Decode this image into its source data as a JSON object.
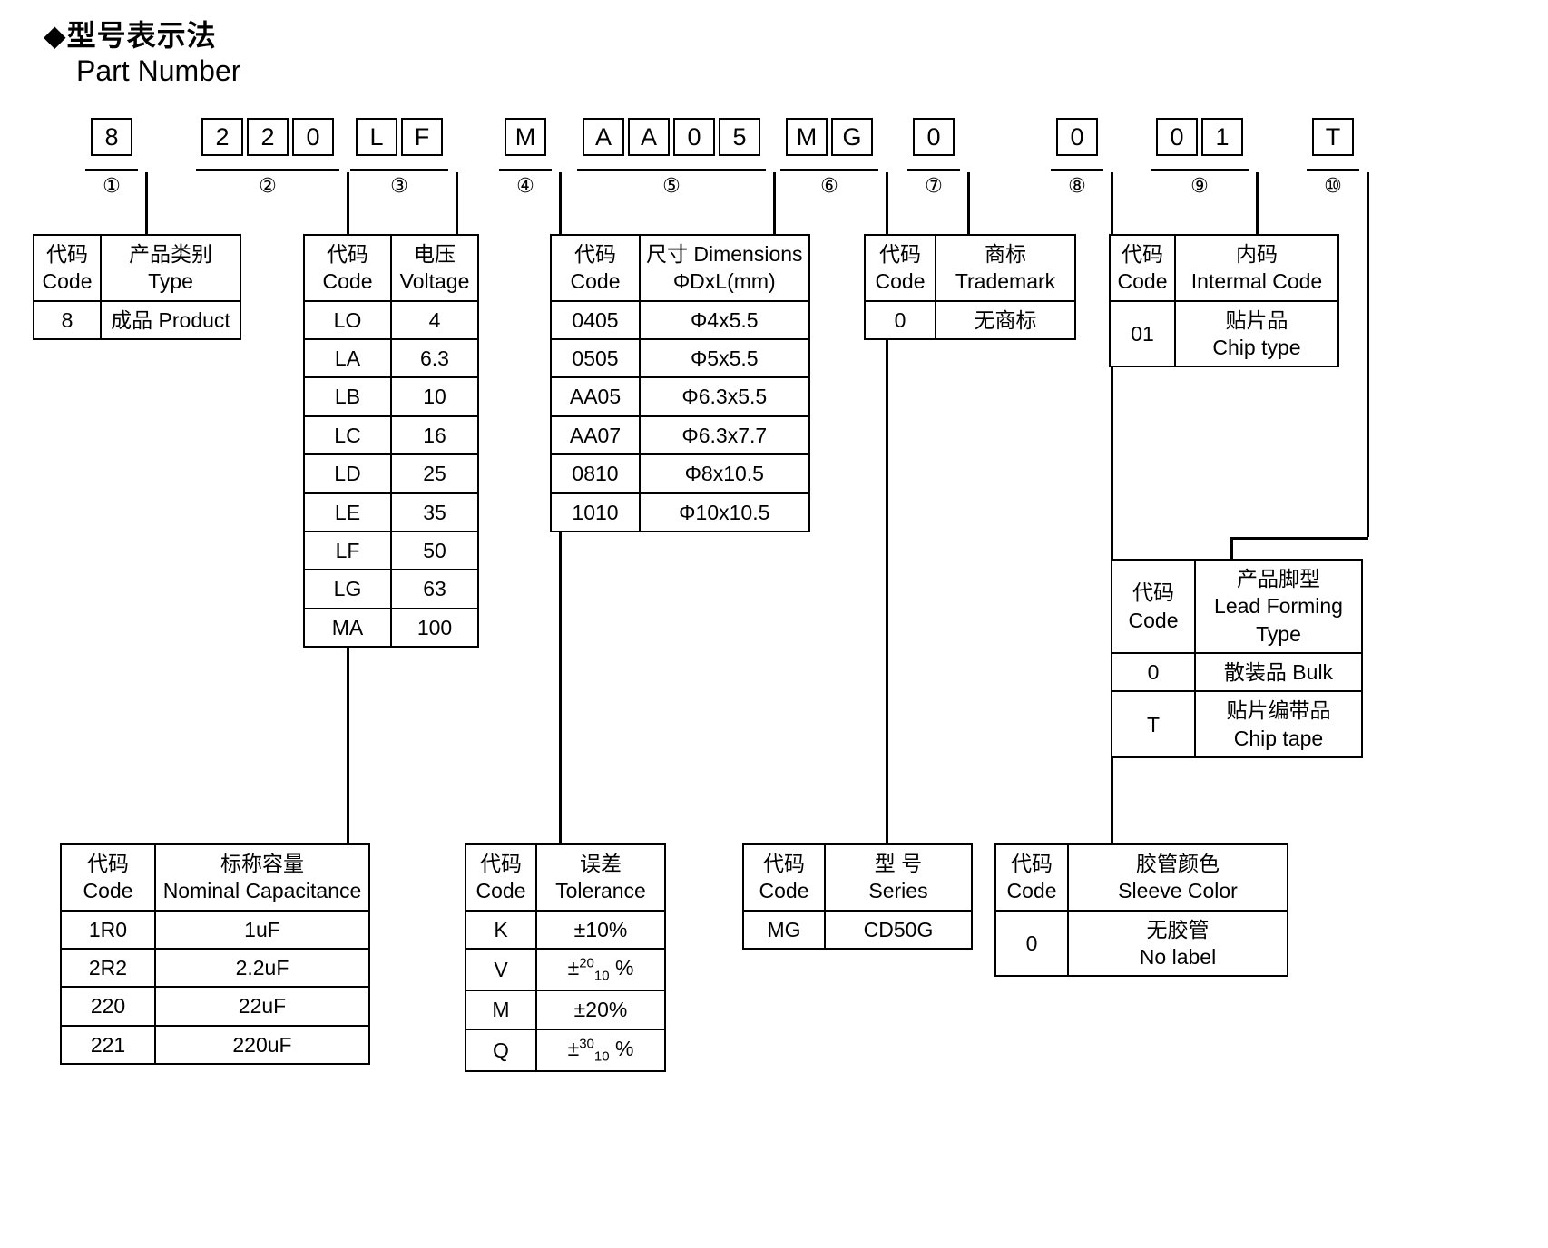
{
  "header": {
    "bullet": "◆",
    "title_cn": "型号表示法",
    "title_en": "Part Number"
  },
  "part_number": {
    "groups": [
      {
        "index": "①",
        "chars": [
          "8"
        ]
      },
      {
        "index": "②",
        "chars": [
          "2",
          "2",
          "0"
        ]
      },
      {
        "index": "③",
        "chars": [
          "L",
          "F"
        ]
      },
      {
        "index": "④",
        "chars": [
          "M"
        ]
      },
      {
        "index": "⑤",
        "chars": [
          "A",
          "A",
          "0",
          "5"
        ]
      },
      {
        "index": "⑥",
        "chars": [
          "M",
          "G"
        ]
      },
      {
        "index": "⑦",
        "chars": [
          "0"
        ]
      },
      {
        "index": "⑧",
        "chars": [
          "0"
        ]
      },
      {
        "index": "⑨",
        "chars": [
          "0",
          "1"
        ]
      },
      {
        "index": "⑩",
        "chars": [
          "T"
        ]
      }
    ]
  },
  "tables": {
    "type": {
      "head_code_cn": "代码",
      "head_code_en": "Code",
      "head_val_cn": "产品类别",
      "head_val_en": "Type",
      "rows": [
        {
          "code": "8",
          "value": "成品 Product"
        }
      ]
    },
    "voltage": {
      "head_code_cn": "代码",
      "head_code_en": "Code",
      "head_val_cn": "电压",
      "head_val_en": "Voltage",
      "rows": [
        {
          "code": "LO",
          "value": "4"
        },
        {
          "code": "LA",
          "value": "6.3"
        },
        {
          "code": "LB",
          "value": "10"
        },
        {
          "code": "LC",
          "value": "16"
        },
        {
          "code": "LD",
          "value": "25"
        },
        {
          "code": "LE",
          "value": "35"
        },
        {
          "code": "LF",
          "value": "50"
        },
        {
          "code": "LG",
          "value": "63"
        },
        {
          "code": "MA",
          "value": "100"
        }
      ]
    },
    "dimensions": {
      "head_code_cn": "代码",
      "head_code_en": "Code",
      "head_val_cn": "尺寸 Dimensions",
      "head_val_en": "ΦDxL(mm)",
      "rows": [
        {
          "code": "0405",
          "value": "Φ4x5.5"
        },
        {
          "code": "0505",
          "value": "Φ5x5.5"
        },
        {
          "code": "AA05",
          "value": "Φ6.3x5.5"
        },
        {
          "code": "AA07",
          "value": "Φ6.3x7.7"
        },
        {
          "code": "0810",
          "value": "Φ8x10.5"
        },
        {
          "code": "1010",
          "value": "Φ10x10.5"
        }
      ]
    },
    "trademark": {
      "head_code_cn": "代码",
      "head_code_en": "Code",
      "head_val_cn": "商标",
      "head_val_en": "Trademark",
      "rows": [
        {
          "code": "0",
          "value": "无商标"
        }
      ]
    },
    "internal_code": {
      "head_code_cn": "代码",
      "head_code_en": "Code",
      "head_val_cn": "内码",
      "head_val_en": "Intermal Code",
      "rows": [
        {
          "code": "01",
          "value_cn": "贴片品",
          "value_en": "Chip type"
        }
      ]
    },
    "lead_forming": {
      "head_code_cn": "代码",
      "head_code_en": "Code",
      "head_val_cn": "产品脚型",
      "head_val_en": "Lead Forming",
      "head_val_en2": "Type",
      "rows": [
        {
          "code": "0",
          "value_cn": "散装品 Bulk",
          "value_en": ""
        },
        {
          "code": "T",
          "value_cn": "贴片编带品",
          "value_en": "Chip tape"
        }
      ]
    },
    "capacitance": {
      "head_code_cn": "代码",
      "head_code_en": "Code",
      "head_val_cn": "标称容量",
      "head_val_en": "Nominal Capacitance",
      "rows": [
        {
          "code": "1R0",
          "value": "1uF"
        },
        {
          "code": "2R2",
          "value": "2.2uF"
        },
        {
          "code": "220",
          "value": "22uF"
        },
        {
          "code": "221",
          "value": "220uF"
        }
      ]
    },
    "tolerance": {
      "head_code_cn": "代码",
      "head_code_en": "Code",
      "head_val_cn": "误差",
      "head_val_en": "Tolerance",
      "rows": [
        {
          "code": "K",
          "value": "±10%",
          "sup": "",
          "sub": "",
          "suffix": ""
        },
        {
          "code": "V",
          "value": "±",
          "sup": "20",
          "sub": "10",
          "suffix": "%"
        },
        {
          "code": "M",
          "value": "±20%",
          "sup": "",
          "sub": "",
          "suffix": ""
        },
        {
          "code": "Q",
          "value": "±",
          "sup": "30",
          "sub": "10",
          "suffix": "%"
        }
      ]
    },
    "series": {
      "head_code_cn": "代码",
      "head_code_en": "Code",
      "head_val_cn": "型 号",
      "head_val_en": "Series",
      "rows": [
        {
          "code": "MG",
          "value": "CD50G"
        }
      ]
    },
    "sleeve_color": {
      "head_code_cn": "代码",
      "head_code_en": "Code",
      "head_val_cn": "胶管颜色",
      "head_val_en": "Sleeve Color",
      "rows": [
        {
          "code": "0",
          "value_cn": "无胶管",
          "value_en": "No label"
        }
      ]
    }
  }
}
